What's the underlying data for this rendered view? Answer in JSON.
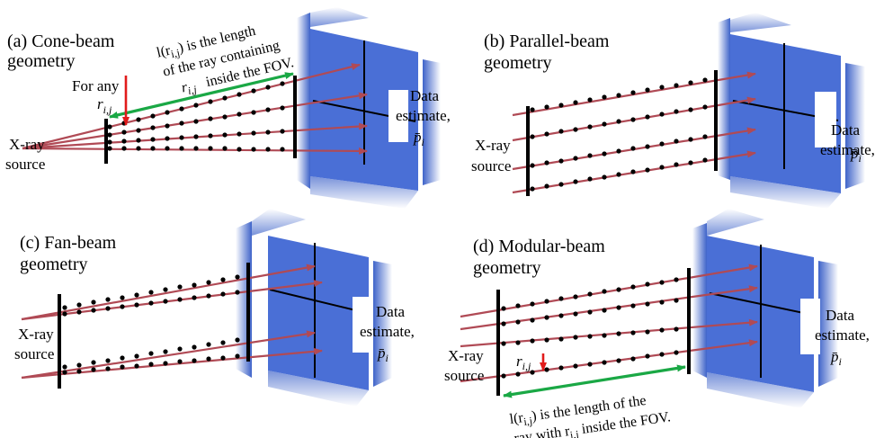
{
  "panels": [
    {
      "title_line1": "(a) Cone-beam",
      "title_line2": "geometry"
    },
    {
      "title_line1": "(b) Parallel-beam",
      "title_line2": "geometry"
    },
    {
      "title_line1": "(c) Fan-beam",
      "title_line2": "geometry"
    },
    {
      "title_line1": "(d) Modular-beam",
      "title_line2": "geometry"
    }
  ],
  "source_label": {
    "line1": "X-ray",
    "line2": "source"
  },
  "detector_label": {
    "line1": "Data",
    "line2": "estimate,",
    "symbol": "p̄",
    "subscript": "i"
  },
  "annotations": {
    "for_any": "For any",
    "r_symbol": "r",
    "r_sub": "i,j",
    "cone_note_line1_prefix": "l(r",
    "cone_note_line1_suffix": ") is the length",
    "cone_note_line2": "of the ray containing",
    "cone_note_line3": "inside the FOV.",
    "modular_note_line1_prefix": "l(r",
    "modular_note_line1_suffix": ") is the length of the",
    "modular_note_line2_prefix": "ray with r",
    "modular_note_line2_suffix": "inside the FOV."
  },
  "colors": {
    "ray": "#b04a55",
    "detector": "#4a6fd6",
    "detector_fade": "#ffffff",
    "annotation_arrow": "#1aa845",
    "marker_arrow": "#e11b1b",
    "dot": "#000000",
    "bar": "#000000"
  }
}
